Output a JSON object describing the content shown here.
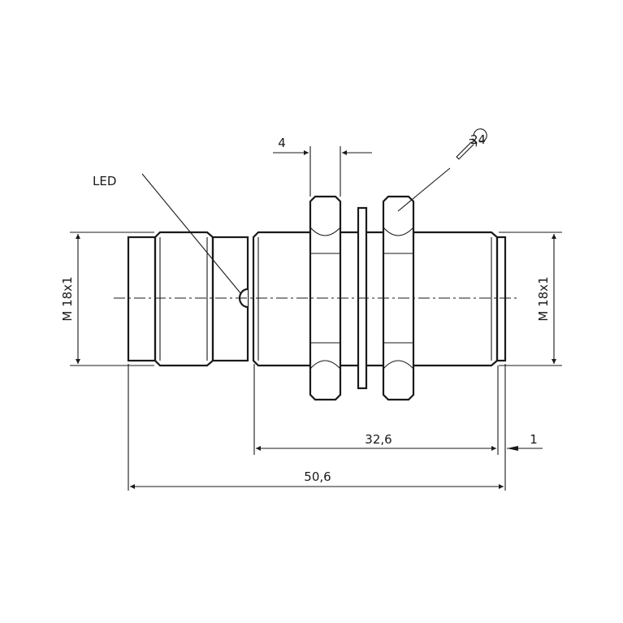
{
  "labels": {
    "led": "LED",
    "thread_left": "M 18x1",
    "thread_right": "M 18x1",
    "nut_thickness": "4",
    "wrench_size": "24",
    "length_threaded": "32,6",
    "length_end": "1",
    "length_total": "50,6"
  },
  "icons": {
    "wrench": "wrench-icon"
  }
}
